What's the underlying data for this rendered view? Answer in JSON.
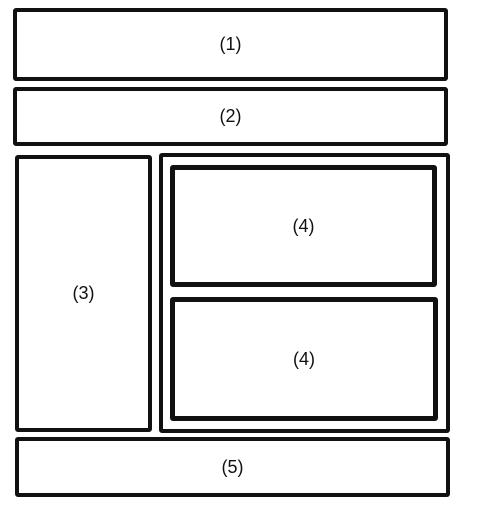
{
  "regions": [
    {
      "id": "1",
      "label": "(1)"
    },
    {
      "id": "2",
      "label": "(2)"
    },
    {
      "id": "3",
      "label": "(3)"
    },
    {
      "id": "4a",
      "label": "(4)"
    },
    {
      "id": "4b",
      "label": "(4)"
    },
    {
      "id": "5",
      "label": "(5)"
    }
  ],
  "colors": {
    "stroke": "#111111",
    "background": "#ffffff"
  }
}
